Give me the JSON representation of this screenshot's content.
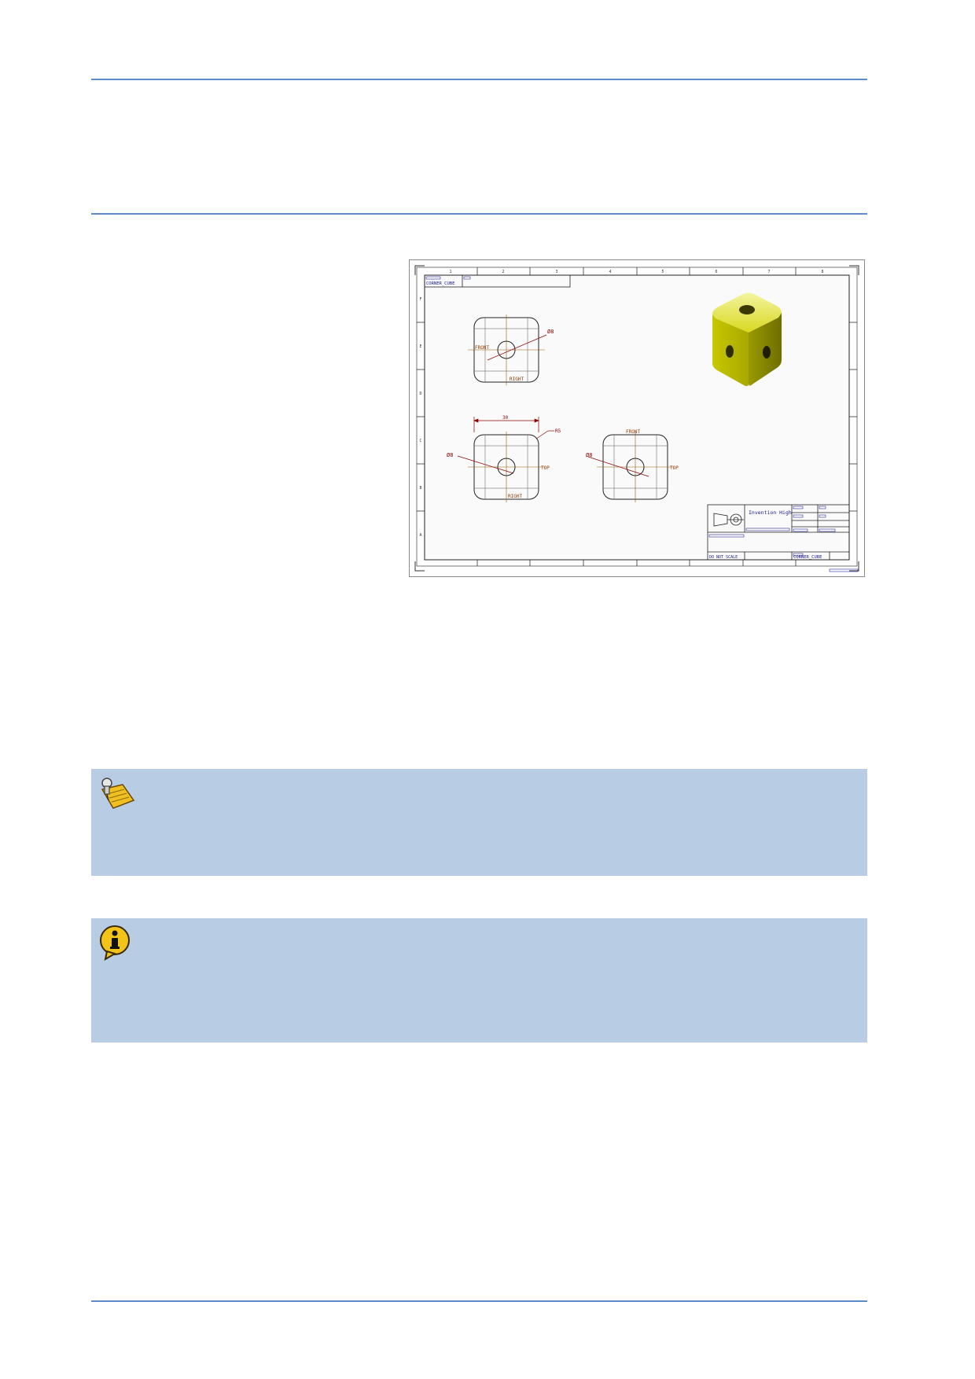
{
  "drawing": {
    "sheet_title": "CORNER_CUBE",
    "company": "Invention High",
    "scale_note": "DO NOT SCALE",
    "part_name": "CORNER_CUBE",
    "views": {
      "front_top_label": "FRONT",
      "right_label": "RIGHT",
      "right_label_2": "RIGHT",
      "top_label": "TOP",
      "top_label_2": "TOP",
      "front_label_2": "FRONT"
    },
    "dims": {
      "hole_diameter_1": "Ø8",
      "hole_diameter_2": "Ø8",
      "hole_diameter_3": "Ø8",
      "width": "30",
      "radius": "R5"
    },
    "border_numbers_top": [
      "1",
      "2",
      "3",
      "4",
      "5",
      "6",
      "7",
      "8"
    ],
    "border_letters_side": [
      "F",
      "E",
      "D",
      "C",
      "B",
      "A"
    ]
  },
  "notes": [
    {
      "icon": "pushpin-note-icon",
      "text": ""
    },
    {
      "icon": "info-icon",
      "text": ""
    }
  ],
  "colors": {
    "rule": "#5b8bc9",
    "note_bg": "#b8cce4",
    "dimension": "#8b0000",
    "cube": "#d4d400"
  }
}
